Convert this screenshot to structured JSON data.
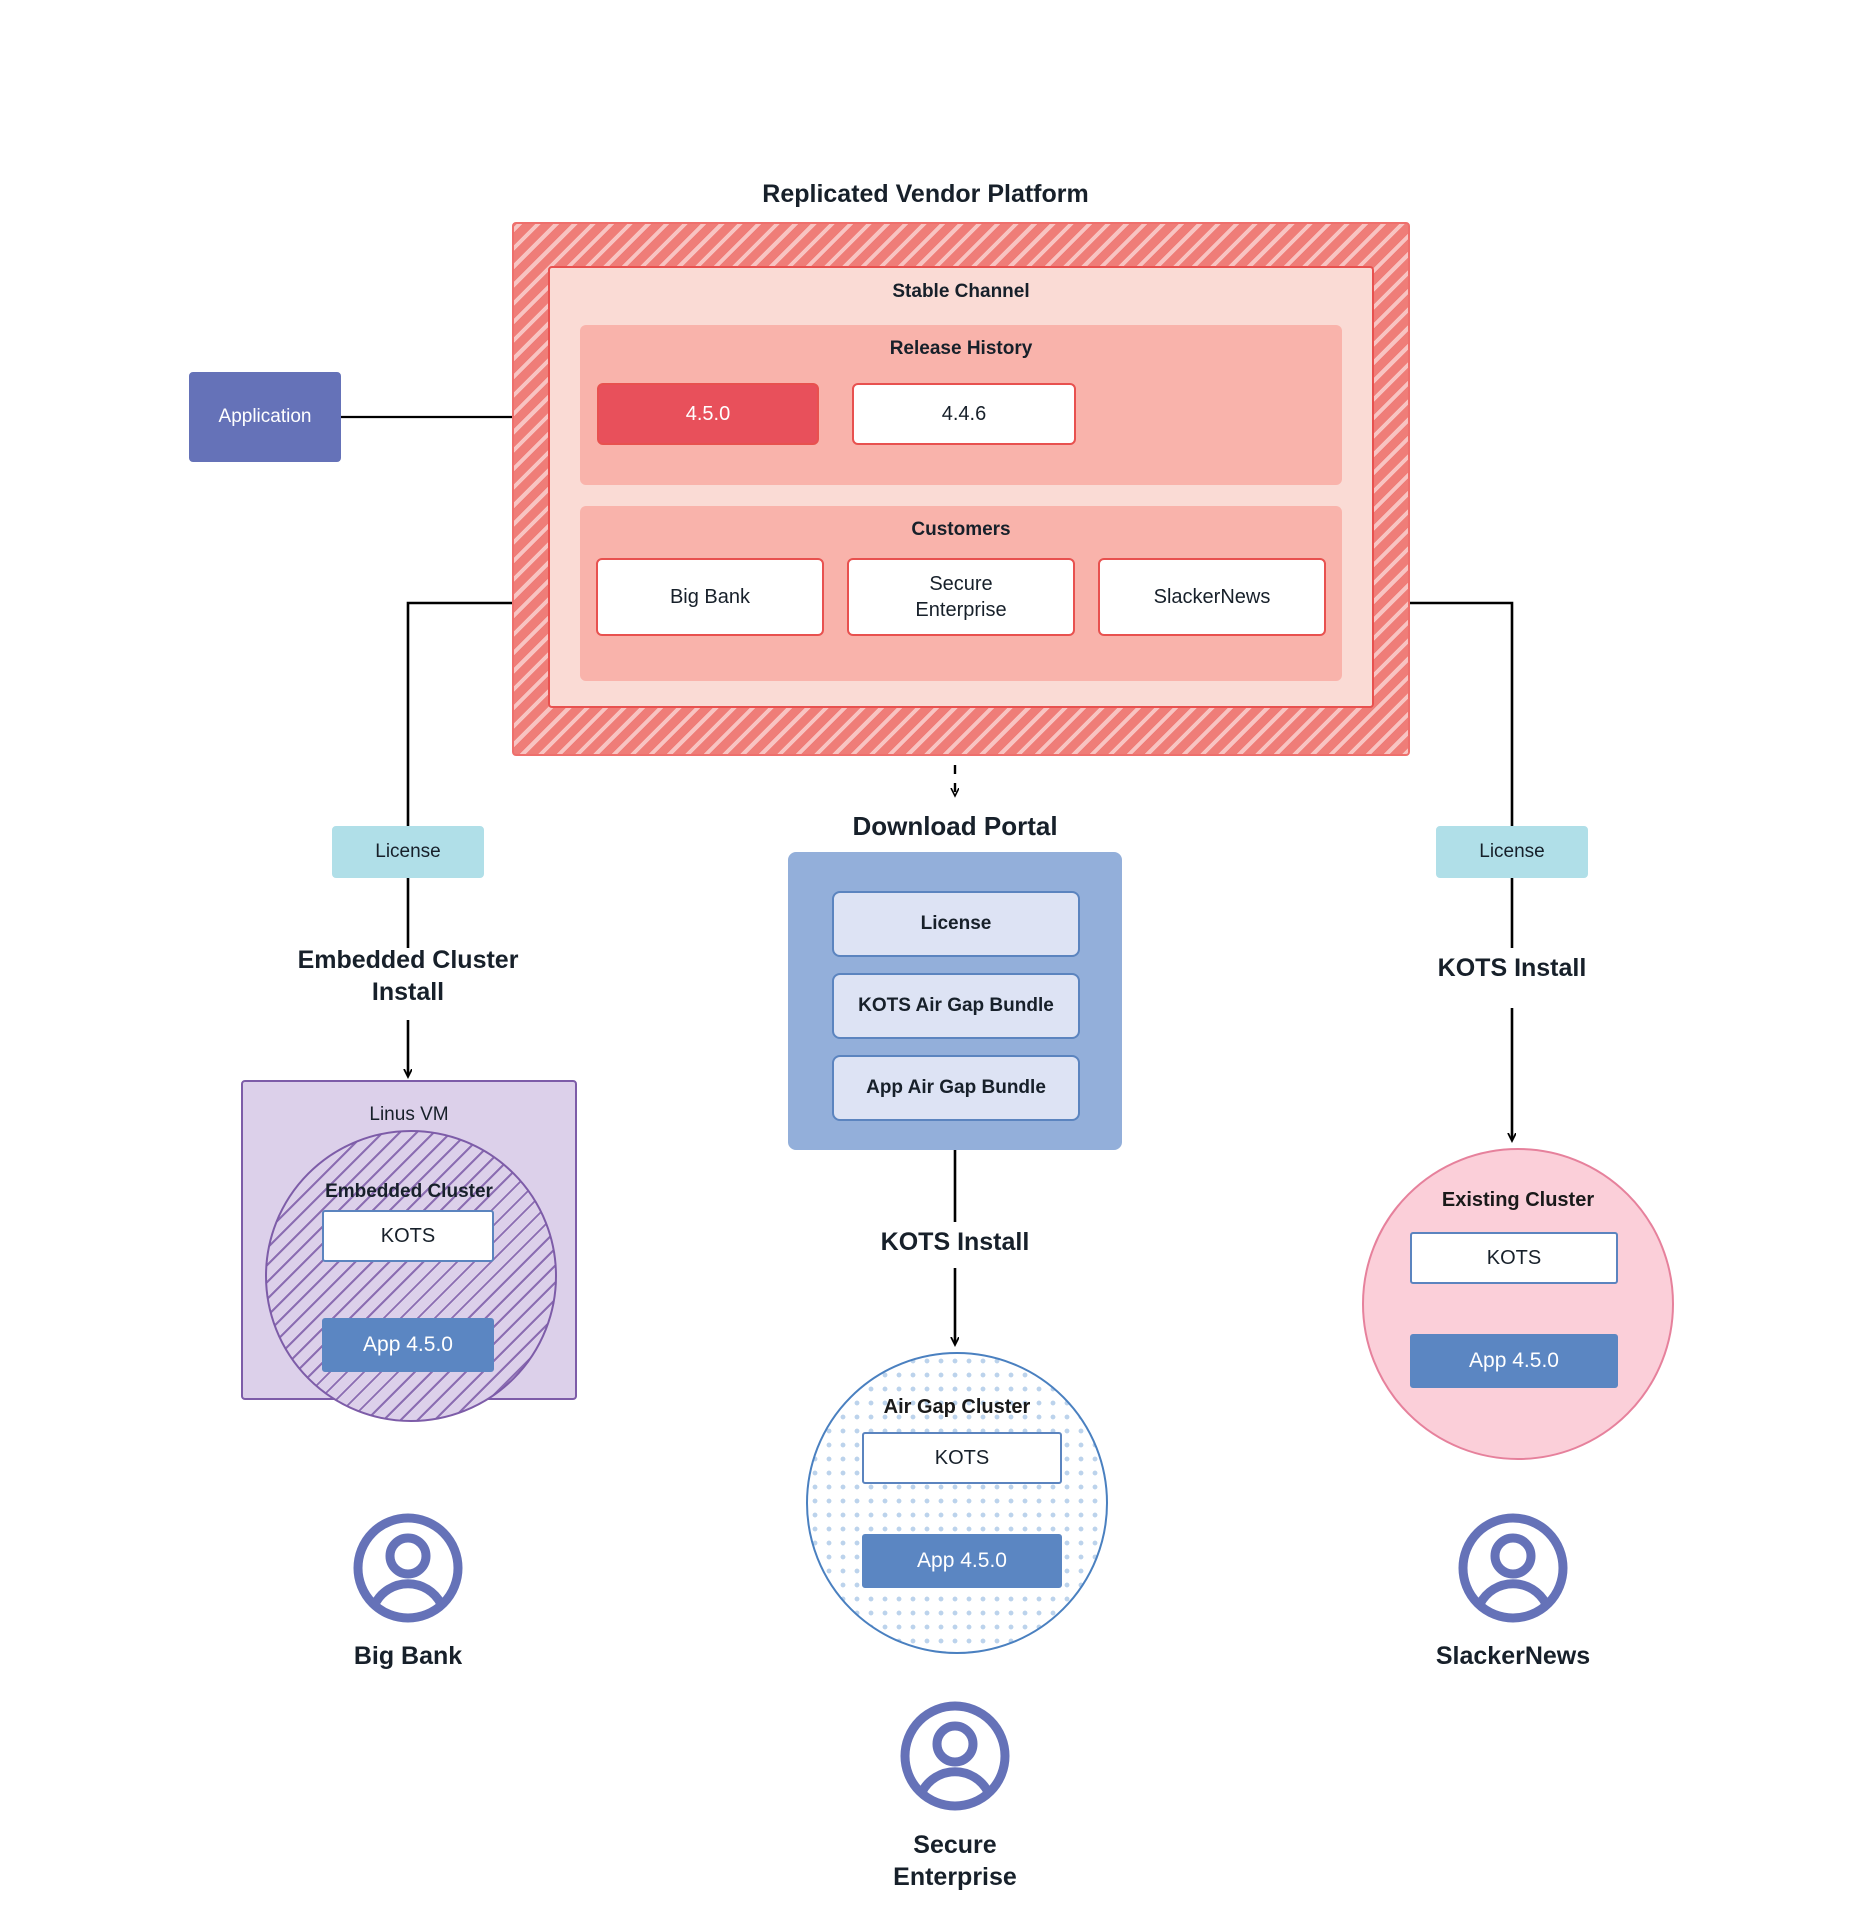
{
  "platform": {
    "title": "Replicated Vendor Platform",
    "channel_title": "Stable Channel",
    "release_history": {
      "title": "Release History",
      "releases": [
        {
          "version": "4.5.0",
          "state": "current"
        },
        {
          "version": "4.4.6",
          "state": "previous"
        }
      ]
    },
    "customers": {
      "title": "Customers",
      "items": [
        {
          "name": "Big Bank"
        },
        {
          "name": "Secure\nEnterprise"
        },
        {
          "name": "SlackerNews"
        }
      ]
    }
  },
  "application": {
    "label": "Application"
  },
  "licenses": {
    "left_label": "License",
    "right_label": "License"
  },
  "edges": {
    "embedded_install": "Embedded Cluster\nInstall",
    "kots_install_center": "KOTS Install",
    "kots_install_right": "KOTS Install"
  },
  "download_portal": {
    "title": "Download  Portal",
    "items": [
      {
        "label": "License"
      },
      {
        "label": "KOTS Air Gap Bundle"
      },
      {
        "label": "App Air Gap Bundle"
      }
    ]
  },
  "linux_vm": {
    "title": "Linus VM",
    "cluster_title": "Embedded Cluster",
    "kots_label": "KOTS",
    "app_label": "App 4.5.0"
  },
  "air_gap_cluster": {
    "title": "Air Gap Cluster",
    "kots_label": "KOTS",
    "app_label": "App 4.5.0"
  },
  "existing_cluster": {
    "title": "Existing Cluster",
    "kots_label": "KOTS",
    "app_label": "App 4.5.0"
  },
  "personas": [
    {
      "name": "Big Bank",
      "icon": "user-avatar-icon"
    },
    {
      "name": "Secure\nEnterprise",
      "icon": "user-avatar-icon"
    },
    {
      "name": "SlackerNews",
      "icon": "user-avatar-icon"
    }
  ],
  "colors": {
    "vendor_hatch": "#ef7d78",
    "channel_fill": "#fadbd5",
    "band_fill": "#f9b3ab",
    "release_current": "#e8505b",
    "accent_red": "#e8514f",
    "application_purple": "#6572b8",
    "license_teal": "#b0dfe8",
    "portal_blue": "#93afda",
    "portal_item": "#dde3f4",
    "app_blue": "#5b86c2",
    "kots_border": "#5b84bf",
    "vm_purple": "#dcd0ea",
    "vm_border": "#7d5ca8",
    "existing_pink": "#fbcfd9",
    "existing_border": "#e6819c",
    "airgap_border": "#4a80c0"
  }
}
